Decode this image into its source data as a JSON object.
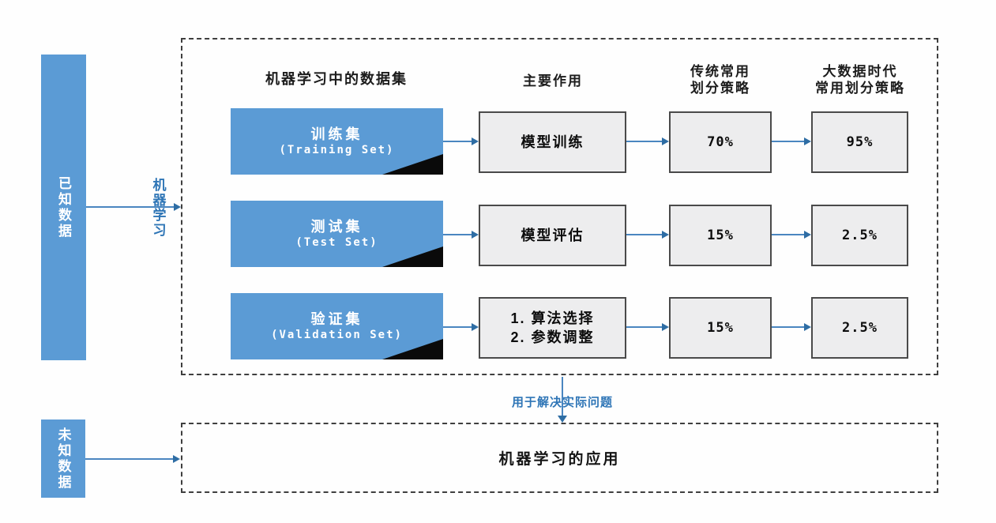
{
  "colors": {
    "box_blue": "#5b9bd5",
    "arrow_blue": "#4a86c0",
    "label_blue": "#2e75b6",
    "grey_fill": "#ededee",
    "grey_border": "#4a4a4a",
    "dashed_border": "#3f3f3f",
    "triangle_black": "#0a0a0a"
  },
  "left": {
    "known_data_label": "已知数据",
    "ml_process_label": "机器学习",
    "unknown_data_label": "未知数据"
  },
  "panel": {
    "headers": {
      "datasets": "机器学习中的数据集",
      "purpose": "主要作用",
      "traditional_line1": "传统常用",
      "traditional_line2": "划分策略",
      "bigdata_line1": "大数据时代",
      "bigdata_line2": "常用划分策略"
    },
    "rows": [
      {
        "dataset_cn": "训练集",
        "dataset_en": "(Training Set)",
        "purpose": "模型训练",
        "traditional": "70%",
        "bigdata": "95%"
      },
      {
        "dataset_cn": "测试集",
        "dataset_en": "(Test Set)",
        "purpose": "模型评估",
        "traditional": "15%",
        "bigdata": "2.5%"
      },
      {
        "dataset_cn": "验证集",
        "dataset_en": "(Validation Set)",
        "purpose_lines": [
          "1. 算法选择",
          "2. 参数调整"
        ],
        "traditional": "15%",
        "bigdata": "2.5%"
      }
    ]
  },
  "bottom": {
    "flow_label": "用于解决实际问题",
    "application_label": "机器学习的应用"
  }
}
